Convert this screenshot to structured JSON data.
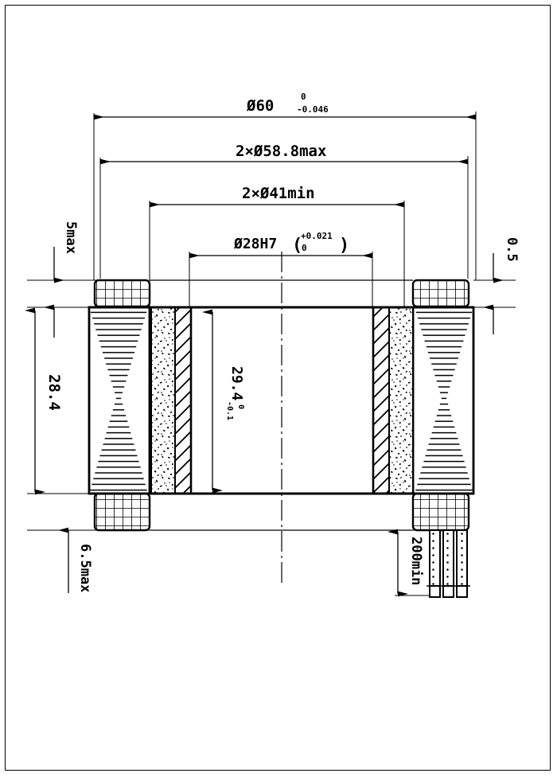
{
  "drawing": {
    "title": "Mechanical cross-section assembly drawing",
    "type": "engineering-cross-section",
    "units": "mm",
    "line_color": "#000000",
    "background_color": "#ffffff"
  },
  "dimensions": {
    "outer_diameter": {
      "id": "dim-outer-diameter",
      "symbol": "Ø",
      "value": "60",
      "upper_tolerance": "0",
      "lower_tolerance": "-0.046",
      "label": "Ø60",
      "orientation": "horizontal",
      "position": "top"
    },
    "flange_diameter": {
      "id": "dim-flange-diameter",
      "label": "2×Ø58.8max",
      "orientation": "horizontal",
      "position": "top"
    },
    "inner_flange_diameter": {
      "id": "dim-inner-flange-diameter",
      "label": "2×Ø41min",
      "orientation": "horizontal",
      "position": "top"
    },
    "bore_diameter": {
      "id": "dim-bore-diameter",
      "label": "Ø28H7",
      "upper_tolerance": "+0.021",
      "lower_tolerance": "0",
      "open_paren": "(",
      "close_paren": ")",
      "orientation": "horizontal",
      "position": "top"
    },
    "bore_length": {
      "id": "dim-bore-length",
      "label": "29.4",
      "upper_tolerance": "0",
      "lower_tolerance": "-0.1",
      "orientation": "vertical",
      "position": "center"
    },
    "body_height": {
      "id": "dim-body-height",
      "label": "28.4",
      "orientation": "vertical",
      "position": "left"
    },
    "top_flange_thickness": {
      "id": "dim-top-flange-thickness",
      "label": "5max",
      "orientation": "vertical",
      "position": "left-top"
    },
    "bottom_flange_thickness": {
      "id": "dim-bottom-flange-thickness",
      "label": "6.5max",
      "orientation": "vertical",
      "position": "left-bottom"
    },
    "right_gap": {
      "id": "dim-right-gap",
      "label": "0.5",
      "orientation": "vertical",
      "position": "right"
    },
    "lead_length": {
      "id": "dim-lead-length",
      "label": "200min",
      "orientation": "vertical",
      "position": "bottom-right"
    }
  },
  "components": {
    "grid_block": {
      "name": "cross-hatched-grid-block",
      "count": 4
    },
    "coil_winding": {
      "name": "coil-winding-section",
      "count": 2
    },
    "speckled_layer": {
      "name": "potting-compound-layer",
      "count": 2
    },
    "hatched_layer": {
      "name": "diagonal-hatch-sleeve",
      "count": 2
    },
    "bore": {
      "name": "central-bore",
      "count": 1
    },
    "centerline": {
      "name": "center-axis-line",
      "count": 1
    },
    "lead_wires": {
      "name": "lead-wire-bundle",
      "count": 3
    }
  }
}
